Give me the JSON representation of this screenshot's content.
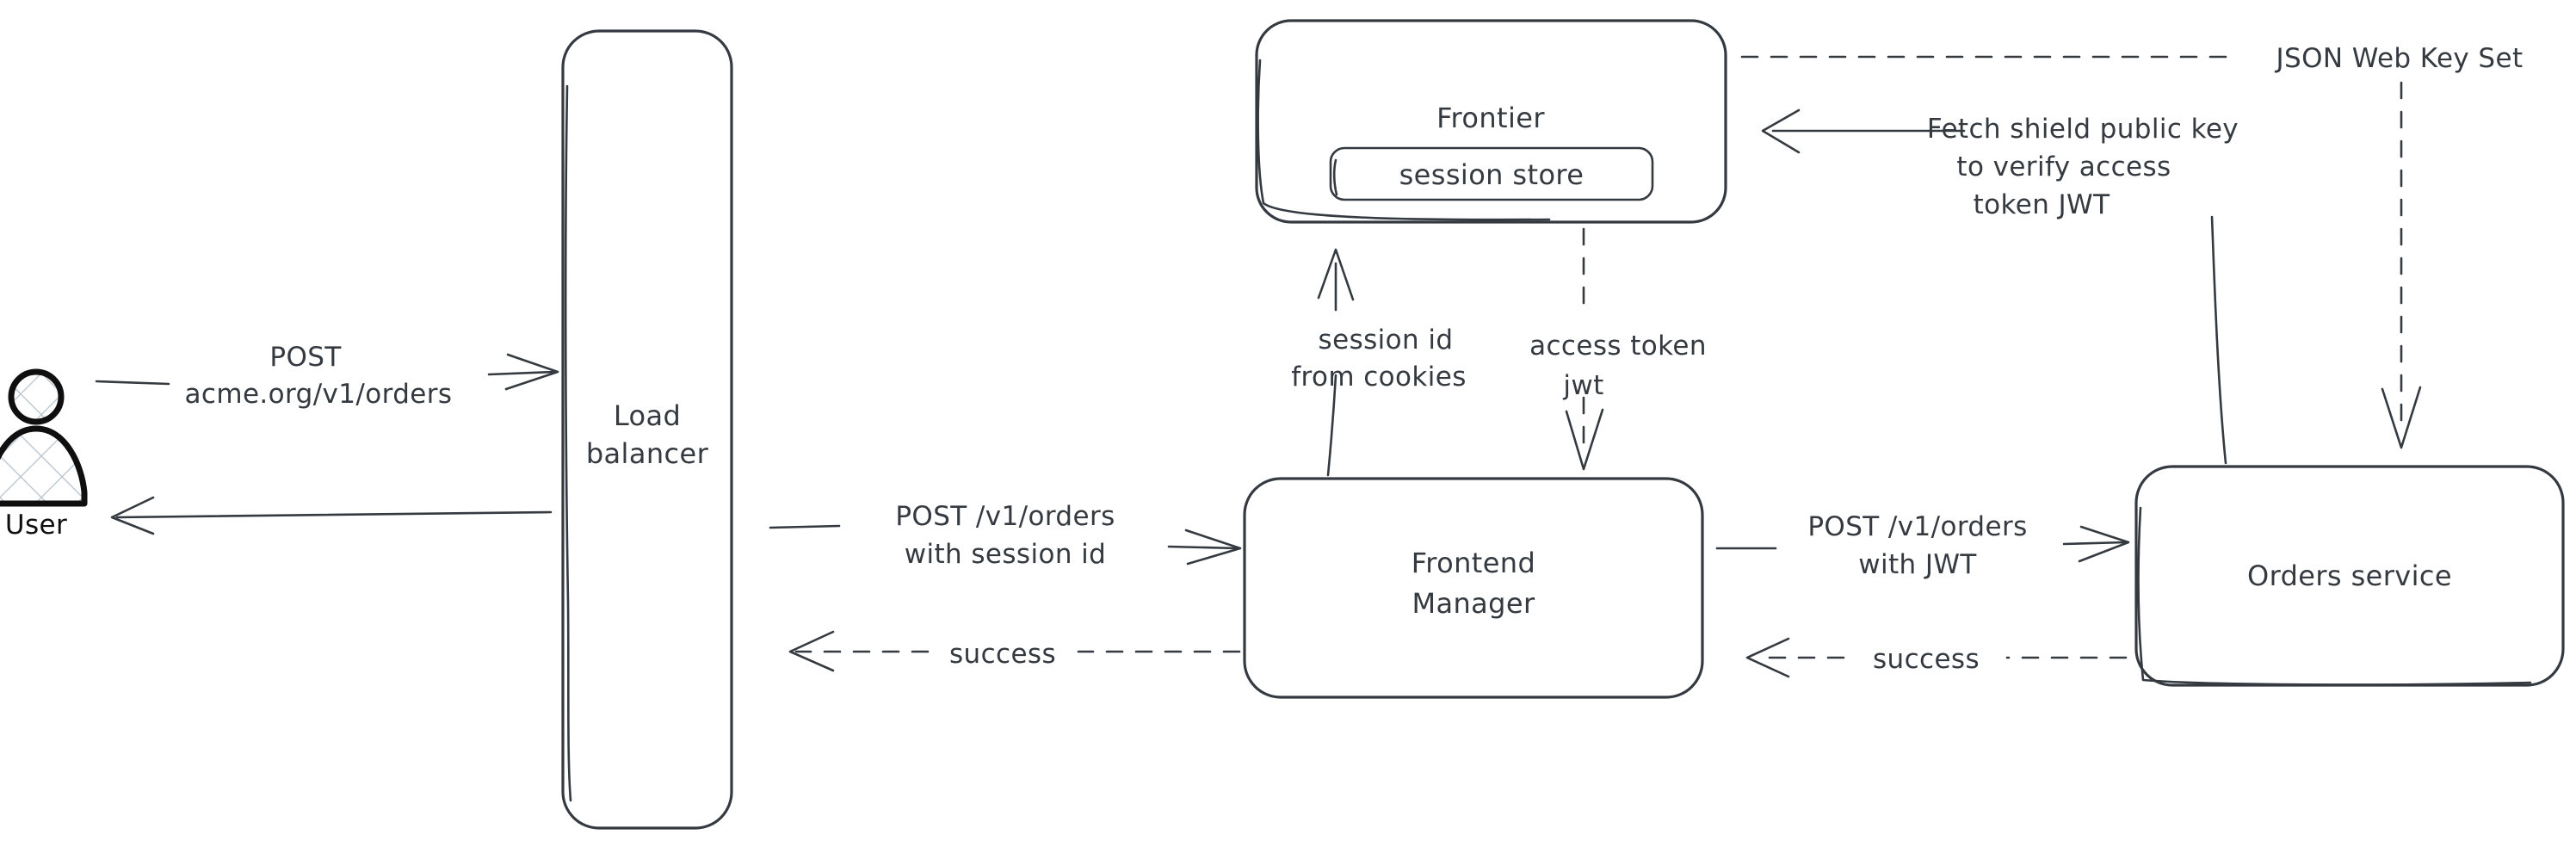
{
  "diagram": {
    "title": "Authentication request flow",
    "background": "#ffffff",
    "stroke_color": "#343a40",
    "accent_color": "#b4c0cc",
    "style": "hand-drawn"
  },
  "nodes": {
    "user": {
      "label": "User",
      "shape": "actor-person"
    },
    "load_balancer": {
      "line1": "Load",
      "line2": "balancer",
      "shape": "rounded-rect-tall"
    },
    "frontier": {
      "label": "Frontier",
      "shape": "rounded-rect"
    },
    "session_store": {
      "label": "session store",
      "shape": "rounded-rect-nested"
    },
    "frontend_manager": {
      "line1": "Frontend",
      "line2": "Manager",
      "shape": "rounded-rect"
    },
    "orders_service": {
      "label": "Orders service",
      "shape": "rounded-rect"
    }
  },
  "edges": {
    "user_to_lb": {
      "line1": "POST",
      "line2": "acme.org/v1/orders",
      "style": "solid",
      "direction": "right"
    },
    "lb_to_user": {
      "label": "",
      "style": "solid",
      "direction": "left"
    },
    "lb_to_fm": {
      "line1": "POST /v1/orders",
      "line2": "with session id",
      "style": "solid",
      "direction": "right"
    },
    "fm_to_lb": {
      "label": "success",
      "style": "dashed",
      "direction": "left"
    },
    "fm_to_frontier": {
      "line1": "session id",
      "line2": "from cookies",
      "style": "solid",
      "direction": "up"
    },
    "frontier_to_fm": {
      "line1": "access token",
      "line2": "jwt",
      "style": "dashed",
      "direction": "down"
    },
    "fm_to_orders": {
      "line1": "POST /v1/orders",
      "line2": "with JWT",
      "style": "solid",
      "direction": "right"
    },
    "orders_to_fm": {
      "label": "success",
      "style": "dashed",
      "direction": "left"
    },
    "orders_to_frontier": {
      "line1": "Fetch shield public key",
      "line2": "to verify access",
      "line3": "token JWT",
      "style": "solid",
      "direction": "left"
    },
    "jwks": {
      "label": "JSON Web Key Set",
      "style": "dashed",
      "direction": "down"
    }
  }
}
